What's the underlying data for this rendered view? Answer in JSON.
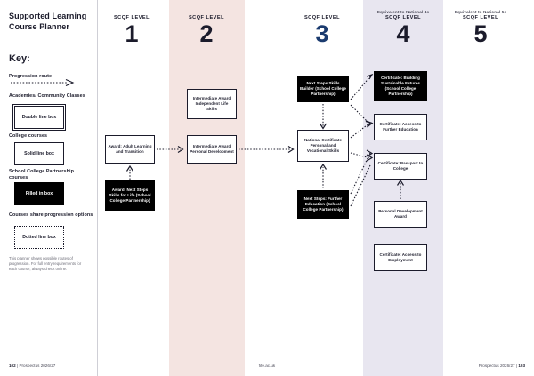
{
  "document": {
    "title": "Supported Learning Course Planner"
  },
  "key": {
    "heading": "Key:",
    "items": [
      {
        "label": "Progression route",
        "icon": "dotted-arrow-icon",
        "box": null
      },
      {
        "label": "Academies/ Community Classes",
        "box": "Double line box",
        "style": "double"
      },
      {
        "label": "College courses",
        "box": "Solid line box",
        "style": "solid"
      },
      {
        "label": "School College Partnership courses",
        "box": "Filled in box",
        "style": "filled"
      },
      {
        "label": "Courses share progression options",
        "box": "Dotted line box",
        "style": "dotted"
      }
    ],
    "note": "This planner shows possible routes of progression. For full entry requirements for each course, always check online."
  },
  "columns": [
    {
      "eq": "",
      "scqf": "SCQF LEVEL",
      "num": "1",
      "color": "#1b1b2b",
      "band": "none"
    },
    {
      "eq": "",
      "scqf": "SCQF LEVEL",
      "num": "2",
      "color": "#1b1b2b",
      "band": "#f4e4e1"
    },
    {
      "eq": "",
      "scqf": "SCQF LEVEL",
      "num": "3",
      "color": "#1b3b6f",
      "band": "none"
    },
    {
      "eq": "Equivalent to National 4s",
      "scqf": "SCQF LEVEL",
      "num": "4",
      "color": "#1b1b2b",
      "band": "#e8e6f0"
    },
    {
      "eq": "Equivalent to National 5s",
      "scqf": "SCQF LEVEL",
      "num": "5",
      "color": "#1b1b2b",
      "band": "none"
    }
  ],
  "nodes": {
    "adult_learning": "Award: Adult Learning and Transition",
    "next_steps_skills_for_life": "Award: Next Steps Skills for Life (School College Partnership)",
    "intermediate_independent_life_skills": "Intermediate Award Independent Life Skills",
    "intermediate_personal_development": "Intermediate Award Personal Development",
    "next_steps_skills_builder": "Next Steps Skills Builder (School College Partnership)",
    "national_certificate": "National Certificate Personal and Vocational Skills",
    "next_steps_further_education": "Next Steps: Further Education (School College Partnership)",
    "building_sustainable_futures": "Certificate: Building Sustainable Futures (School College Partnership)",
    "access_to_further_education": "Certificate: Access to Further Education",
    "passport_to_college": "Certificate: Passport to College",
    "personal_development_award": "Personal Development Award",
    "access_to_employment": "Certificate: Access to Employment"
  },
  "footer": {
    "left_page": "102",
    "left_text": "Prospectus 2026/27",
    "center": "fife.ac.uk",
    "right_text": "Prospectus 2026/27",
    "right_page": "103"
  },
  "colors": {
    "level2_band": "#f4e4e1",
    "level4_band": "#e8e6f0",
    "level3_accent": "#1b3b6f",
    "ink": "#1b1b2b"
  }
}
